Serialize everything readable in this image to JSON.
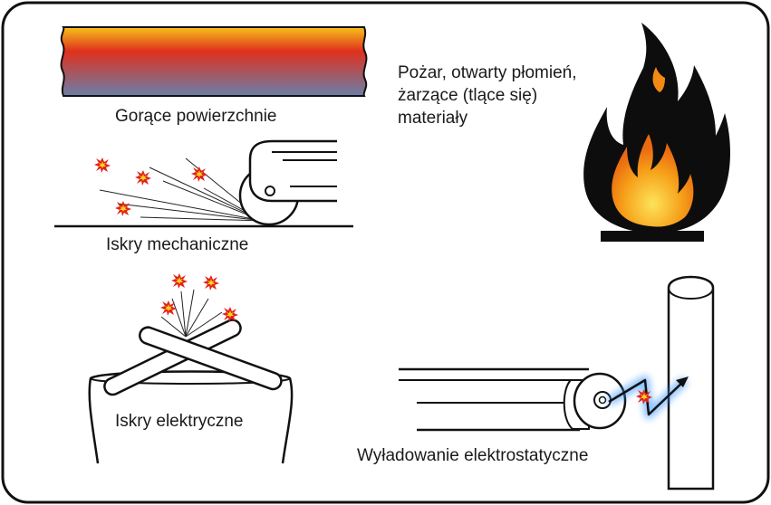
{
  "labels": {
    "hot_surfaces": "Gorące powierzchnie",
    "mechanical_sparks": "Iskry mechaniczne",
    "electrical_sparks": "Iskry elektryczne",
    "electrostatic_discharge": "Wyładowanie elektrostatyczne",
    "fire_lines": [
      "Pożar, otwarty płomień,",
      "żarzące (tlące się)",
      "materiały"
    ]
  },
  "icons": {
    "hot_surface": "hot-surface-icon",
    "mechanical_sparks": "grinder-wheel-icon",
    "electrical_sparks": "electric-contacts-icon",
    "electrostatic_discharge": "conveyor-belt-discharge-icon",
    "fire": "flame-icon"
  },
  "colors": {
    "hot_top": "#f7c21a",
    "hot_mid": "#e0301e",
    "hot_bottom": "#6a7fa8",
    "flame_black": "#0d0d0d",
    "flame_orange": "#f28a13",
    "flame_yellow": "#fde35a",
    "spark_red": "#e2231a",
    "spark_yellow": "#f7d21a",
    "discharge_glow": "#2a8cff"
  }
}
